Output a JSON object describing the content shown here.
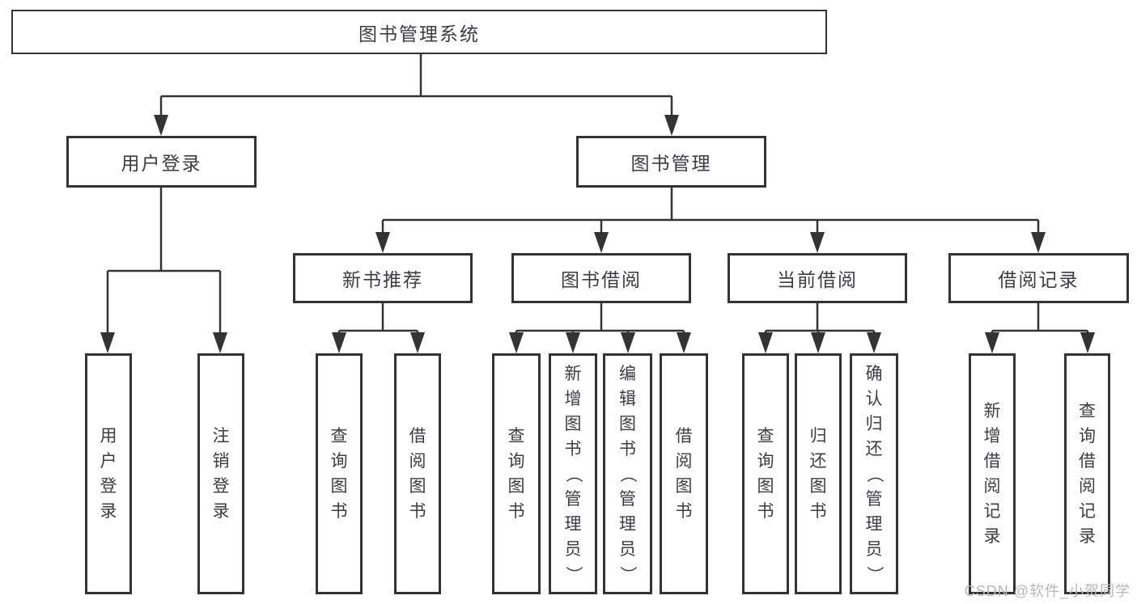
{
  "watermark": "CSDN @软件_小贺同学",
  "colors": {
    "box_border": "#333333",
    "connector_line": "#333333",
    "node_text": "#3b3d44",
    "watermark_text": "#b4b7bb",
    "background": "#ffffff"
  },
  "nodes": {
    "root": {
      "label": "图书管理系统"
    },
    "level2": [
      {
        "label": "用户登录"
      },
      {
        "label": "图书管理"
      }
    ],
    "level3": [
      {
        "label": "新书推荐"
      },
      {
        "label": "图书借阅"
      },
      {
        "label": "当前借阅"
      },
      {
        "label": "借阅记录"
      }
    ],
    "leaves": {
      "userLogin": [
        {
          "label": "用户登录"
        },
        {
          "label": "注销登录"
        }
      ],
      "newBook": [
        {
          "label": "查询图书"
        },
        {
          "label": "借阅图书"
        }
      ],
      "bookBorrow": [
        {
          "label": "查询图书"
        },
        {
          "label": "新增图书（管理员）"
        },
        {
          "label": "编辑图书（管理员）"
        },
        {
          "label": "借阅图书"
        }
      ],
      "currentBorrow": [
        {
          "label": "查询图书"
        },
        {
          "label": "归还图书"
        },
        {
          "label": "确认归还（管理员）"
        }
      ],
      "borrowRecords": [
        {
          "label": "新增借阅记录"
        },
        {
          "label": "查询借阅记录"
        }
      ]
    }
  }
}
